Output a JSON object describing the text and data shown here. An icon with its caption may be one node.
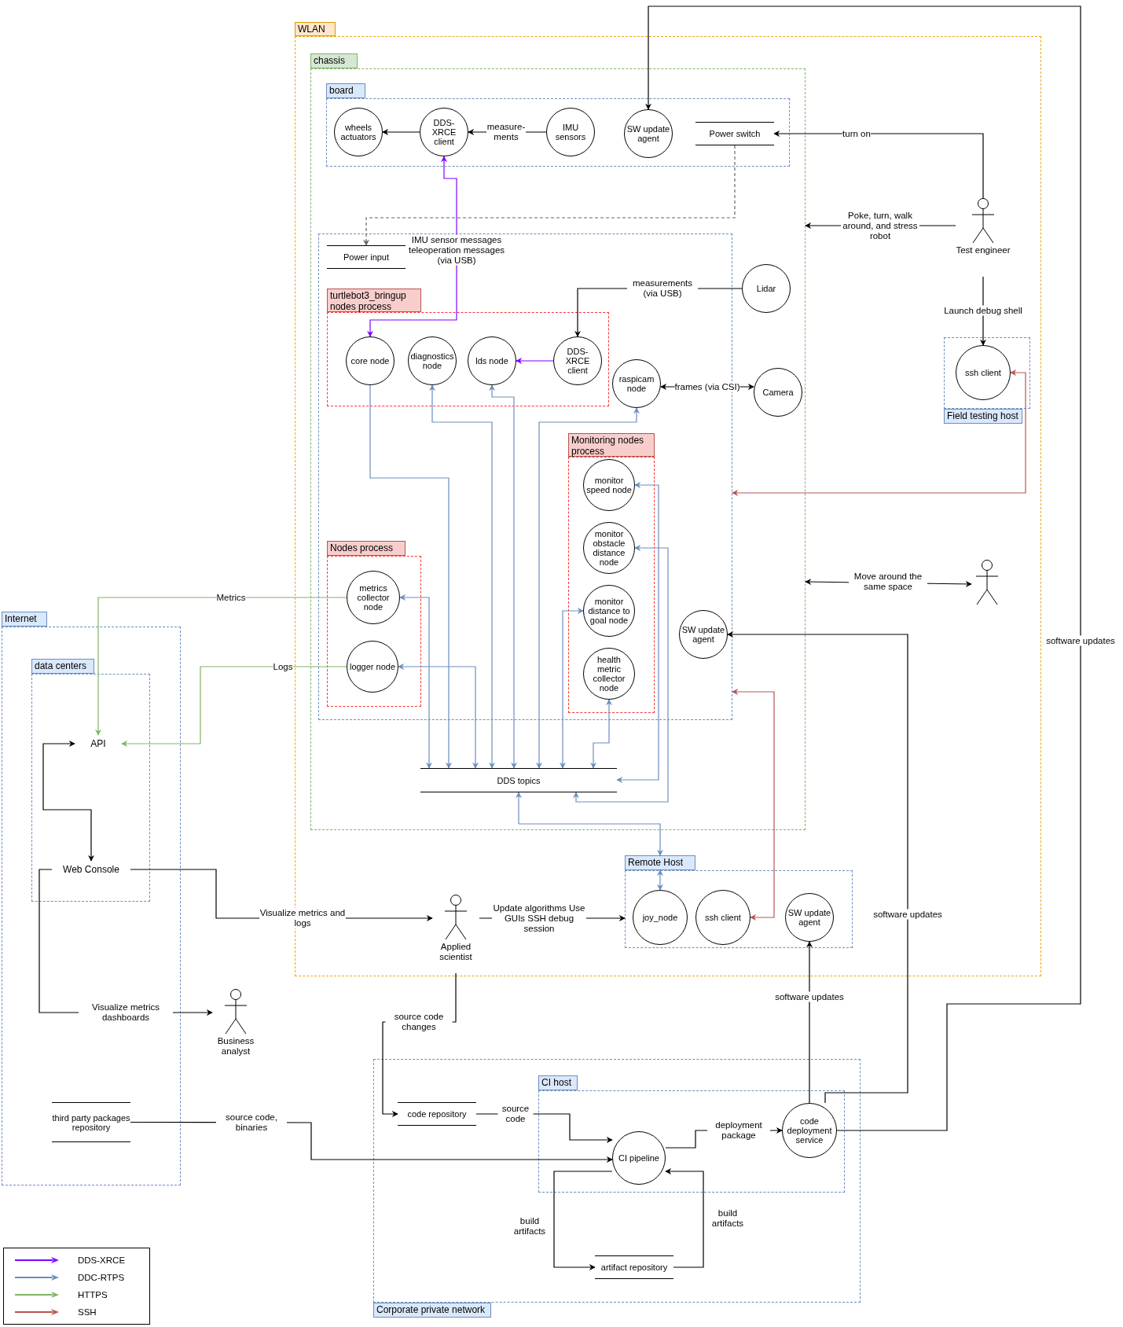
{
  "diagram": {
    "nodes": [
      {
        "text": [
          "WLAN"
        ]
      },
      {
        "text": [
          "chassis"
        ],
        "in": 0
      },
      {
        "text": [
          "board"
        ],
        "in": 1
      },
      {
        "text": [
          "wheels actuators"
        ],
        "in": 2
      },
      {
        "text": [
          "DDS-XRCE client"
        ],
        "in": 2
      },
      {
        "text": [
          "IMU sensors"
        ],
        "in": 2
      },
      {
        "text": [
          "SW update agent"
        ],
        "in": 2
      },
      {
        "text": [
          "Power switch"
        ],
        "in": 2
      },
      {
        "text": [],
        "shape": "box",
        "in": 1
      },
      {
        "text": [
          "Power input"
        ],
        "in": 8
      },
      {
        "text": [
          "turtlebot3_bringup nodes process"
        ],
        "in": 8
      },
      {
        "text": [
          "core node"
        ],
        "in": 10
      },
      {
        "text": [
          "diagnostics node"
        ],
        "in": 10
      },
      {
        "text": [
          "lds node"
        ],
        "in": 10
      },
      {
        "text": [
          "DDS-XRCE client"
        ],
        "in": 10
      },
      {
        "text": [
          "raspicam node"
        ],
        "in": 8
      },
      {
        "text": [
          "Monitoring nodes process"
        ],
        "in": 8
      },
      {
        "text": [
          "monitor speed node"
        ],
        "in": 16
      },
      {
        "text": [
          "monitor obstacle distance node"
        ],
        "in": 16
      },
      {
        "text": [
          "monitor distance to goal node"
        ],
        "in": 16
      },
      {
        "text": [
          "health metric collector node"
        ],
        "in": 16
      },
      {
        "text": [
          "Nodes process"
        ],
        "in": 8
      },
      {
        "text": [
          "metrics collector node"
        ],
        "in": 21
      },
      {
        "text": [
          "logger node"
        ],
        "in": 21
      },
      {
        "text": [
          "SW update agent"
        ],
        "in": 8
      },
      {
        "text": [
          "Lidar"
        ],
        "in": 1
      },
      {
        "text": [
          "Camera"
        ],
        "in": 1
      },
      {
        "text": [
          "DDS topics"
        ],
        "in": 1
      },
      {
        "text": [
          "Remote Host"
        ],
        "in": 0
      },
      {
        "text": [
          "joy_node"
        ],
        "in": 28
      },
      {
        "text": [
          "ssh client"
        ],
        "in": 28
      },
      {
        "text": [
          "SW update agent"
        ],
        "in": 28
      },
      {
        "text": [
          "Field testing host"
        ],
        "in": 0
      },
      {
        "text": [
          "ssh client"
        ],
        "in": 32
      },
      {
        "text": [
          "Test engineer"
        ],
        "in": 0
      },
      {
        "text": [],
        "shape": "person",
        "in": 0
      },
      {
        "text": [
          "Applied scientist"
        ],
        "in": 0
      },
      {
        "text": [
          "Internet"
        ]
      },
      {
        "text": [
          "data centers"
        ],
        "in": 37
      },
      {
        "text": [
          "API"
        ],
        "in": 38
      },
      {
        "text": [
          "Web Console"
        ],
        "in": 38
      },
      {
        "text": [
          "Business analyst"
        ]
      },
      {
        "text": [
          "third party packages repository"
        ],
        "in": 37
      },
      {
        "text": [
          "Corporate private network"
        ]
      },
      {
        "text": [
          "CI host"
        ],
        "in": 43
      },
      {
        "text": [
          "code repository"
        ],
        "in": 43
      },
      {
        "text": [
          "CI pipeline"
        ],
        "in": 44
      },
      {
        "text": [
          "code deployment service"
        ],
        "in": 44
      },
      {
        "text": [
          "artifact repository"
        ],
        "in": 43
      }
    ],
    "edges": [
      {
        "from": 4,
        "to": 3,
        "arrow": "to"
      },
      {
        "from": 5,
        "to": 4,
        "arrow": "to",
        "label": "measure- ments"
      },
      {
        "from": 11,
        "to": 4,
        "arrow": "both",
        "label": "IMU sensor messages teleoperation messages (via USB)",
        "color": "#7f00ff"
      },
      {
        "from": 14,
        "to": 13,
        "arrow": "to",
        "color": "#7f00ff"
      },
      {
        "from": 25,
        "to": 14,
        "arrow": "to",
        "label": "measurements (via USB)"
      },
      {
        "from": 15,
        "to": 26,
        "arrow": "both",
        "label": "frames (via CSI)"
      },
      {
        "from": 7,
        "to": 9,
        "arrow": "to",
        "style": "dashed",
        "color": "#666666"
      },
      {
        "from": 34,
        "to": 7,
        "arrow": "to",
        "label": "turn on"
      },
      {
        "from": 34,
        "to": 1,
        "arrow": "to",
        "label": "Poke, turn, walk around, and stress robot"
      },
      {
        "from": 34,
        "to": 33,
        "arrow": "to",
        "label": "Launch debug shell"
      },
      {
        "from": 33,
        "to": 8,
        "arrow": "both",
        "color": "#b85450"
      },
      {
        "from": 35,
        "to": 1,
        "arrow": "both",
        "label": "Move around the same space"
      },
      {
        "from": 30,
        "to": 8,
        "arrow": "both",
        "color": "#b85450"
      },
      {
        "from": 11,
        "to": 27,
        "arrow": "to",
        "color": "#6c8ebf"
      },
      {
        "from": 12,
        "to": 27,
        "arrow": "both",
        "color": "#6c8ebf"
      },
      {
        "from": 13,
        "to": 27,
        "arrow": "both",
        "color": "#6c8ebf"
      },
      {
        "from": 15,
        "to": 27,
        "arrow": "both",
        "color": "#6c8ebf"
      },
      {
        "from": 22,
        "to": 27,
        "arrow": "both",
        "color": "#6c8ebf"
      },
      {
        "from": 23,
        "to": 27,
        "arrow": "both",
        "color": "#6c8ebf"
      },
      {
        "from": 19,
        "to": 27,
        "arrow": "both",
        "color": "#6c8ebf"
      },
      {
        "from": 20,
        "to": 27,
        "arrow": "both",
        "color": "#6c8ebf"
      },
      {
        "from": 17,
        "to": 27,
        "arrow": "both",
        "color": "#6c8ebf"
      },
      {
        "from": 18,
        "to": 27,
        "arrow": "both",
        "color": "#6c8ebf"
      },
      {
        "from": 27,
        "to": 28,
        "arrow": "both",
        "color": "#6c8ebf"
      },
      {
        "from": 28,
        "to": 29,
        "arrow": "both",
        "color": "#6c8ebf"
      },
      {
        "from": 22,
        "to": 39,
        "arrow": "to",
        "label": "Metrics",
        "color": "#82b366"
      },
      {
        "from": 23,
        "to": 39,
        "arrow": "to",
        "label": "Logs",
        "color": "#82b366"
      },
      {
        "from": 39,
        "to": 40,
        "arrow": "both"
      },
      {
        "from": 40,
        "to": 36,
        "arrow": "to",
        "label": "Visualize metrics and logs"
      },
      {
        "from": 40,
        "to": 41,
        "arrow": "to",
        "label": "Visualize metrics dashboards"
      },
      {
        "from": 36,
        "to": 28,
        "arrow": "to",
        "label": "Update algorithms Use GUIs SSH debug session"
      },
      {
        "from": 36,
        "to": 45,
        "arrow": "to",
        "label": "source code changes"
      },
      {
        "from": 45,
        "to": 46,
        "arrow": "to",
        "label": "source code"
      },
      {
        "from": 42,
        "to": 46,
        "arrow": "to",
        "label": "source code, binaries"
      },
      {
        "from": 46,
        "to": 47,
        "arrow": "to",
        "label": "deployment package"
      },
      {
        "from": 46,
        "to": 48,
        "arrow": "to",
        "label": "build artifacts"
      },
      {
        "from": 48,
        "to": 46,
        "arrow": "to",
        "label": "build artifacts"
      },
      {
        "from": 47,
        "to": 31,
        "arrow": "to",
        "label": "software updates"
      },
      {
        "from": 47,
        "to": 24,
        "arrow": "to",
        "label": "software updates"
      },
      {
        "from": 47,
        "to": 6,
        "arrow": "to",
        "label": "software updates"
      }
    ],
    "legend": [
      {
        "text": "DDS-XRCE",
        "color": "#7f00ff"
      },
      {
        "text": "DDC-RTPS",
        "color": "#6c8ebf"
      },
      {
        "text": "HTTPS",
        "color": "#82b366"
      },
      {
        "text": "SSH",
        "color": "#b85450"
      }
    ]
  }
}
